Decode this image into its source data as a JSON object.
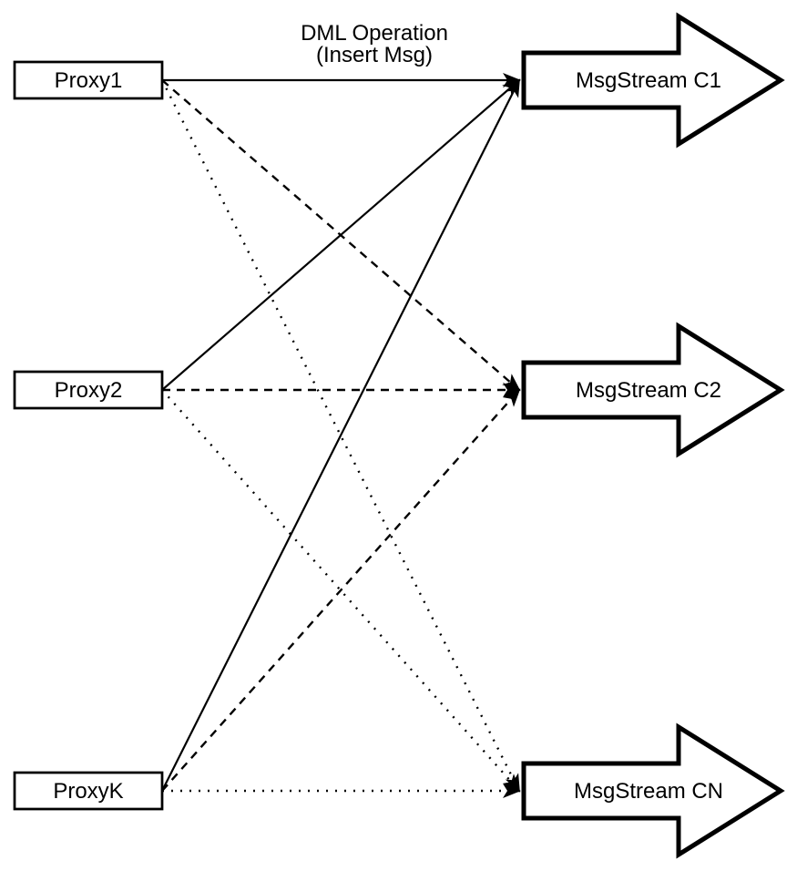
{
  "diagram": {
    "colors": {
      "background": "#ffffff",
      "ink": "#000000",
      "node_fill": "#ffffff"
    },
    "annotation": {
      "line1": "DML Operation",
      "line2": "(Insert Msg)"
    },
    "proxies": [
      {
        "label": "Proxy1"
      },
      {
        "label": "Proxy2"
      },
      {
        "label": "ProxyK"
      }
    ],
    "streams": [
      {
        "label": "MsgStream C1"
      },
      {
        "label": "MsgStream C2"
      },
      {
        "label": "MsgStream CN"
      }
    ],
    "connections": [
      {
        "from": "Proxy1",
        "to": "MsgStream C1",
        "line_style": "solid"
      },
      {
        "from": "Proxy1",
        "to": "MsgStream C2",
        "line_style": "dashed"
      },
      {
        "from": "Proxy1",
        "to": "MsgStream CN",
        "line_style": "dotted"
      },
      {
        "from": "Proxy2",
        "to": "MsgStream C1",
        "line_style": "solid"
      },
      {
        "from": "Proxy2",
        "to": "MsgStream C2",
        "line_style": "dashed"
      },
      {
        "from": "Proxy2",
        "to": "MsgStream CN",
        "line_style": "dotted"
      },
      {
        "from": "ProxyK",
        "to": "MsgStream C1",
        "line_style": "solid"
      },
      {
        "from": "ProxyK",
        "to": "MsgStream C2",
        "line_style": "dashed"
      },
      {
        "from": "ProxyK",
        "to": "MsgStream CN",
        "line_style": "dotted"
      }
    ]
  }
}
